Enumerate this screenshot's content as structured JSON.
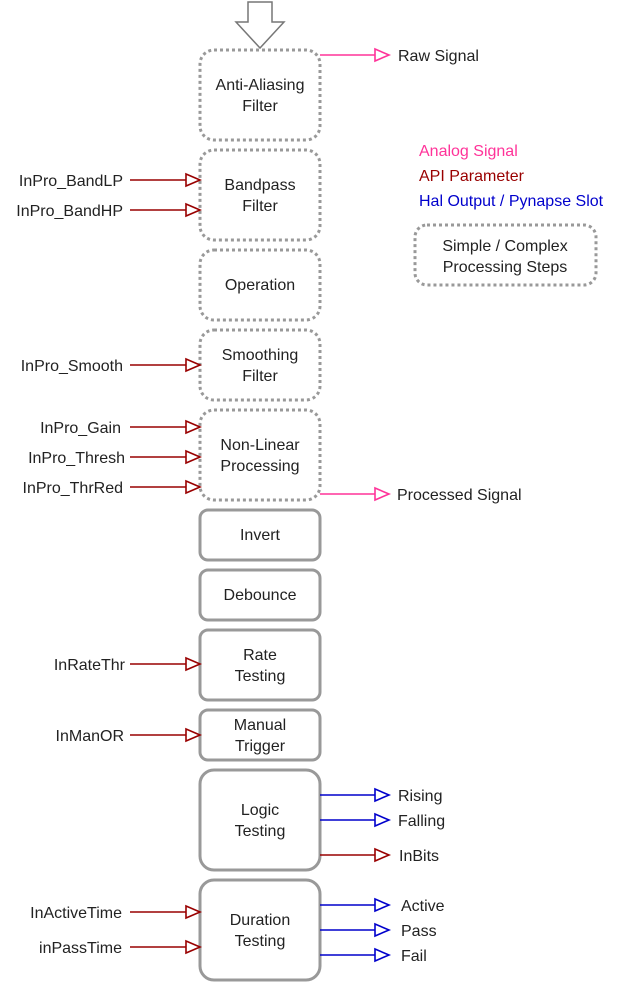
{
  "blocks": {
    "anti_aliasing": [
      "Anti-Aliasing",
      "Filter"
    ],
    "bandpass": [
      "Bandpass",
      "Filter"
    ],
    "operation": [
      "Operation"
    ],
    "smoothing": [
      "Smoothing",
      "Filter"
    ],
    "nonlinear": [
      "Non-Linear",
      "Processing"
    ],
    "invert": [
      "Invert"
    ],
    "debounce": [
      "Debounce"
    ],
    "rate": [
      "Rate",
      "Testing"
    ],
    "manual": [
      "Manual",
      "Trigger"
    ],
    "logic": [
      "Logic",
      "Testing"
    ],
    "duration": [
      "Duration",
      "Testing"
    ]
  },
  "api_parameters": {
    "band_lp": "InPro_BandLP",
    "band_hp": "InPro_BandHP",
    "smooth": "InPro_Smooth",
    "gain": "InPro_Gain",
    "thresh": "InPro_Thresh",
    "thrred": "InPro_ThrRed",
    "ratethr": "InRateThr",
    "manor": "InManOR",
    "active_time": "InActiveTime",
    "pass_time": "inPassTime"
  },
  "outputs": {
    "raw_signal": "Raw Signal",
    "processed_signal": "Processed Signal",
    "rising": "Rising",
    "falling": "Falling",
    "inbits": "InBits",
    "active": "Active",
    "pass": "Pass",
    "fail": "Fail"
  },
  "legend": {
    "analog": "Analog Signal",
    "api": "API Parameter",
    "hal": "Hal Output / Pynapse Slot",
    "steps": [
      "Simple / Complex",
      "Processing Steps"
    ]
  },
  "colors": {
    "analog": "#ff3399",
    "api": "#990000",
    "hal": "#0000cc",
    "box_border": "#999999",
    "text": "#222222"
  }
}
